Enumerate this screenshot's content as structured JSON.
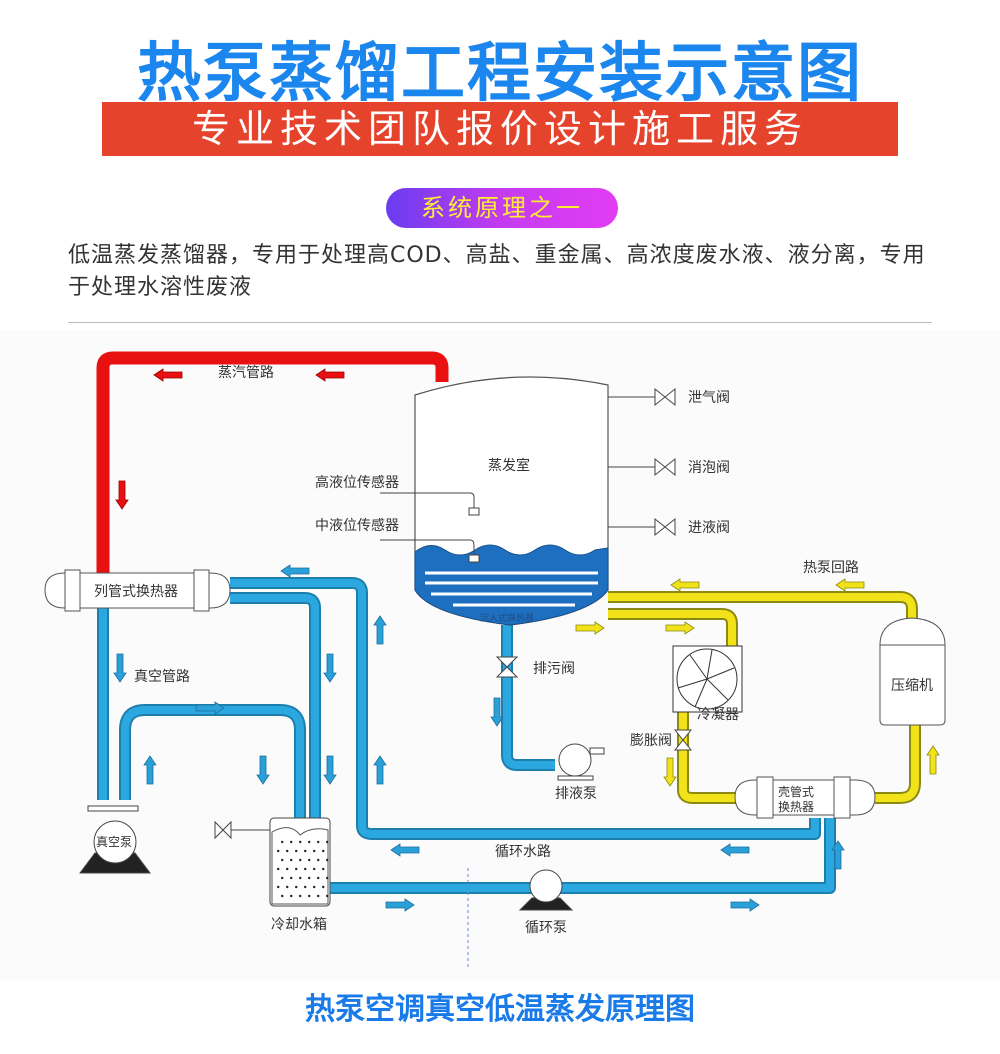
{
  "header": {
    "title": "热泵蒸馏工程安装示意图",
    "banner": "专业技术团队报价设计施工服务",
    "section_pill": "系统原理之一",
    "description": "低温蒸发蒸馏器，专用于处理高COD、高盐、重金属、高浓度废水液、液分离，专用于处理水溶性废液"
  },
  "diagram": {
    "labels": {
      "steam_line": "蒸汽管路",
      "evaporation_chamber": "蒸发室",
      "high_level_sensor": "高液位传感器",
      "mid_level_sensor": "中液位传感器",
      "vent_valve": "泄气阀",
      "defoam_valve": "消泡阀",
      "inlet_valve": "进液阀",
      "heat_pump_loop": "热泵回路",
      "tube_heat_exchanger": "列管式换热器",
      "immersed_heat_exchanger": "沉入式换热器",
      "drain_valve": "排污阀",
      "condenser": "冷凝器",
      "compressor": "压缩机",
      "expansion_valve": "膨胀阀",
      "vacuum_line": "真空管路",
      "vacuum_pump": "真空泵",
      "drain_pump": "排液泵",
      "shell_tube_exchanger": "壳管式换热器",
      "circulation_water_line": "循环水路",
      "cooling_water_tank": "冷却水箱",
      "circulation_pump": "循环泵"
    },
    "colors": {
      "steam": "#e81010",
      "water": "#2aa0d8",
      "refrigerant": "#f2e21a",
      "liquid": "#1e6fc0"
    }
  },
  "footer": {
    "caption": "热泵空调真空低温蒸发原理图"
  }
}
